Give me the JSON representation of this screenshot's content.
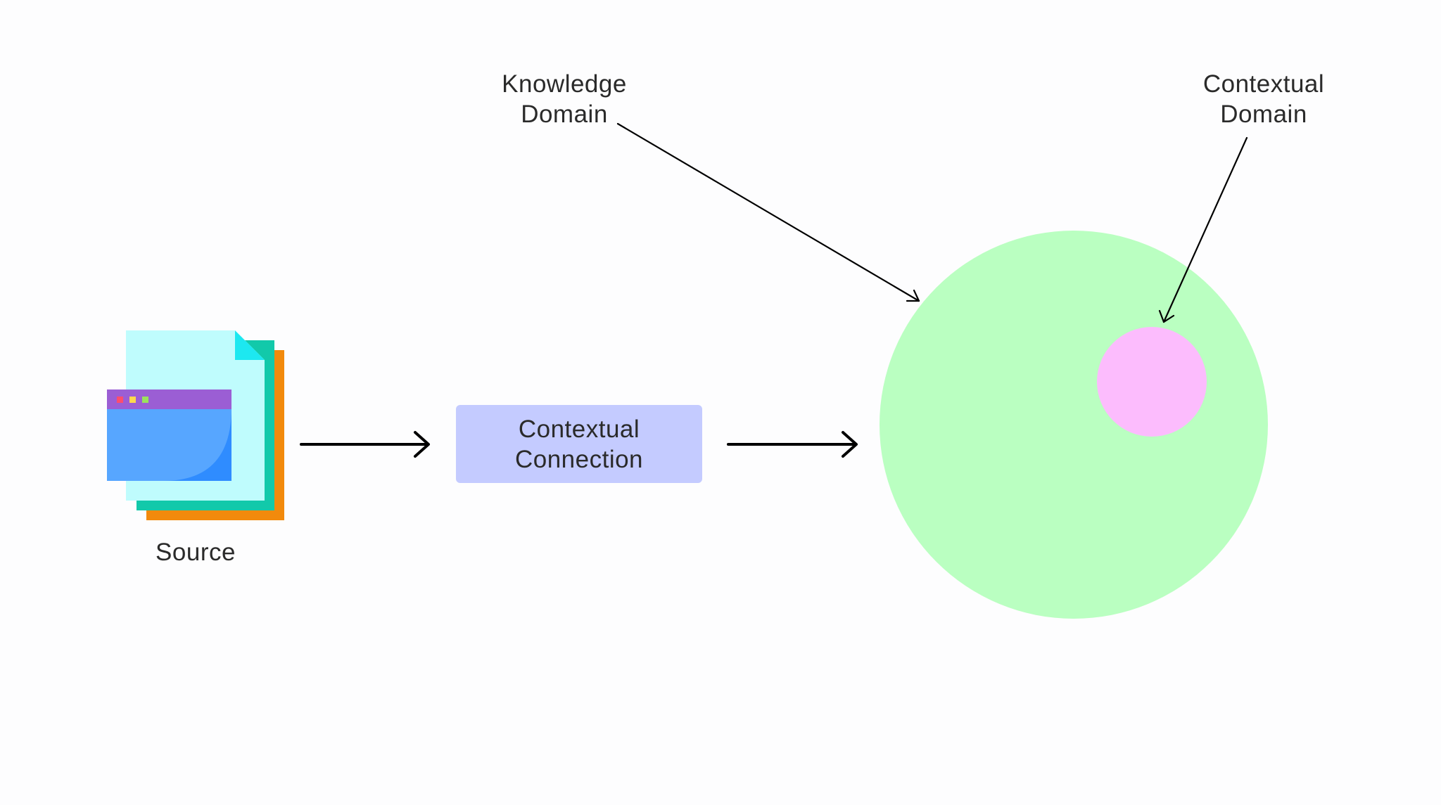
{
  "colors": {
    "background": "#fdfdfe",
    "knowledge_domain_fill": "#baffc1",
    "contextual_domain_fill": "#fcbcfd",
    "connection_box_fill": "#c4cbff",
    "arrow": "#000000",
    "doc_back_orange": "#f28a0c",
    "doc_middle_teal": "#12c9aa",
    "doc_front_cyan": "#bffcfd",
    "doc_fold": "#1de8f0",
    "window_body_blue": "#57a6ff",
    "window_titlebar_purple": "#9b5ed4"
  },
  "icons": {
    "source": "document-stack-with-browser-window-icon"
  },
  "nodes": {
    "source": {
      "label": "Source"
    },
    "connection": {
      "line1": "Contextual",
      "line2": "Connection"
    },
    "knowledge_domain": {
      "line1": "Knowledge",
      "line2": "Domain"
    },
    "contextual_domain": {
      "line1": "Contextual",
      "line2": "Domain"
    }
  },
  "edges": [
    {
      "from": "source",
      "to": "connection"
    },
    {
      "from": "connection",
      "to": "knowledge_domain"
    },
    {
      "from": "knowledge_domain_label",
      "to": "knowledge_domain"
    },
    {
      "from": "contextual_domain_label",
      "to": "contextual_domain"
    }
  ]
}
